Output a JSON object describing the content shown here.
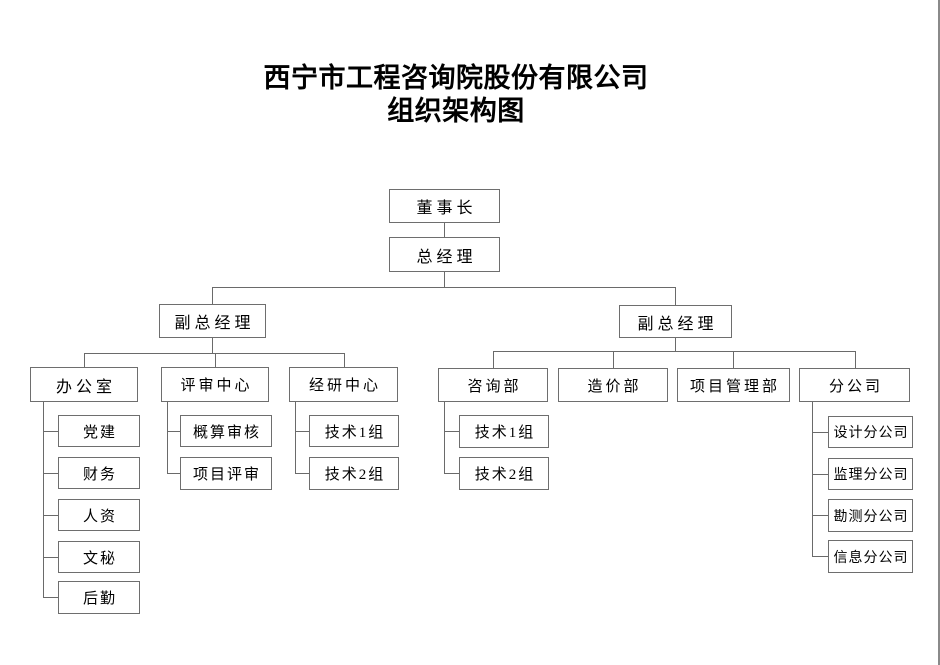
{
  "title": {
    "company": "西宁市工程咨询院股份有限公司",
    "subtitle": "组织架构图"
  },
  "org": {
    "chairman": {
      "label": "董事长"
    },
    "general_manager": {
      "label": "总经理"
    },
    "left": {
      "head": {
        "label": "副总经理"
      },
      "departments": [
        {
          "label": "办公室",
          "children": [
            {
              "label": "党建"
            },
            {
              "label": "财务"
            },
            {
              "label": "人资"
            },
            {
              "label": "文秘"
            },
            {
              "label": "后勤"
            }
          ]
        },
        {
          "label": "评审中心",
          "children": [
            {
              "label": "概算审核"
            },
            {
              "label": "项目评审"
            }
          ]
        },
        {
          "label": "经研中心",
          "children": [
            {
              "label": "技术1组"
            },
            {
              "label": "技术2组"
            }
          ]
        }
      ]
    },
    "right": {
      "head": {
        "label": "副总经理"
      },
      "departments": [
        {
          "label": "咨询部",
          "children": [
            {
              "label": "技术1组"
            },
            {
              "label": "技术2组"
            }
          ]
        },
        {
          "label": "造价部",
          "children": []
        },
        {
          "label": "项目管理部",
          "children": []
        },
        {
          "label": "分公司",
          "children": [
            {
              "label": "设计分公司"
            },
            {
              "label": "监理分公司"
            },
            {
              "label": "勘测分公司"
            },
            {
              "label": "信息分公司"
            }
          ]
        }
      ]
    }
  },
  "colors": {
    "background": "#ffffff",
    "box_border": "#6e6e6e",
    "connector_line": "#6a6a6a",
    "text": "#000000",
    "right_edge_line": "#8a8a8a"
  }
}
